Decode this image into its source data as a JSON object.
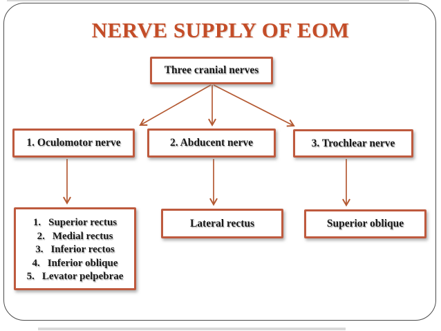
{
  "slide": {
    "title": "NERVE SUPPLY OF EOM"
  },
  "nodes": {
    "root": {
      "label": "Three cranial nerves"
    },
    "oculomotor": {
      "label": "1. Oculomotor nerve"
    },
    "abducent": {
      "label": "2. Abducent nerve"
    },
    "trochlear": {
      "label": "3. Trochlear nerve"
    },
    "oculomotor_muscles": {
      "items": [
        "Superior rectus",
        "Medial rectus",
        "Inferior rectos",
        "Inferior oblique",
        "Levator pelpebrae"
      ]
    },
    "abducent_muscle": {
      "label": "Lateral rectus"
    },
    "trochlear_muscle": {
      "label": "Superior oblique"
    }
  },
  "colors": {
    "accent_border": "#be5a3e",
    "title_text": "#c44d28",
    "arrow": "#b45a33",
    "node_text": "#181818",
    "frame_border": "#4a4a4a"
  }
}
